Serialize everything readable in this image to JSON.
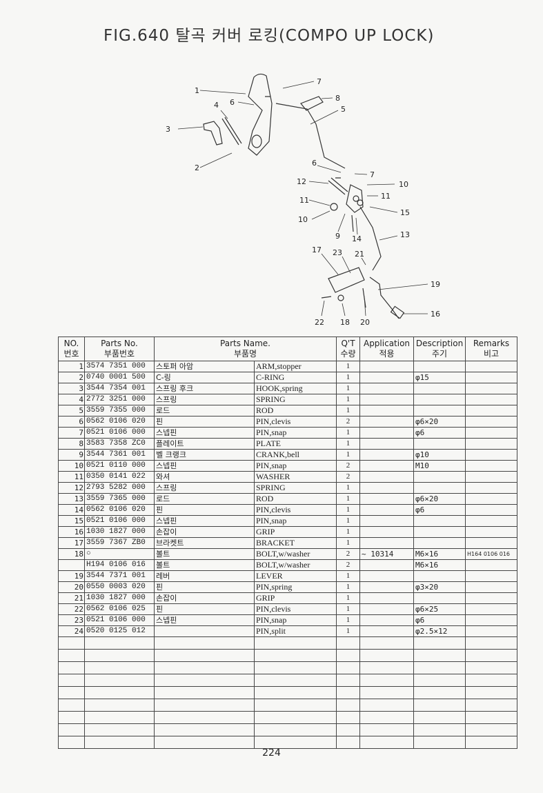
{
  "title": "FIG.640 탈곡 커버 로킹(COMPO UP LOCK)",
  "callouts": [
    "1",
    "2",
    "3",
    "4",
    "5",
    "6",
    "7",
    "8",
    "6",
    "7",
    "12",
    "10",
    "11",
    "11",
    "15",
    "10",
    "9",
    "14",
    "13",
    "17",
    "23",
    "21",
    "19",
    "16",
    "22",
    "18",
    "20"
  ],
  "headers": {
    "no_en": "NO.",
    "no_ko": "번호",
    "parts_no_en": "Parts No.",
    "parts_no_ko": "부품번호",
    "parts_name_en": "Parts Name.",
    "parts_name_ko": "부품명",
    "qty_en": "Q'T",
    "qty_ko": "수량",
    "app_en": "Application",
    "app_ko": "적용",
    "desc_en": "Description",
    "desc_ko": "주기",
    "rem_en": "Remarks",
    "rem_ko": "비고"
  },
  "rows": [
    {
      "no": "1",
      "pn": "3574 7351 000",
      "ko": "스토퍼 아암",
      "en": "ARM,stopper",
      "q": "1",
      "app": "",
      "desc": "",
      "rem": ""
    },
    {
      "no": "2",
      "pn": "0740 0001 500",
      "ko": "C-링",
      "en": "C-RING",
      "q": "1",
      "app": "",
      "desc": "φ15",
      "rem": ""
    },
    {
      "no": "3",
      "pn": "3544 7354 001",
      "ko": "스프링 후크",
      "en": "HOOK,spring",
      "q": "1",
      "app": "",
      "desc": "",
      "rem": ""
    },
    {
      "no": "4",
      "pn": "2772 3251 000",
      "ko": "스프링",
      "en": "SPRING",
      "q": "1",
      "app": "",
      "desc": "",
      "rem": ""
    },
    {
      "no": "5",
      "pn": "3559 7355 000",
      "ko": "로드",
      "en": "ROD",
      "q": "1",
      "app": "",
      "desc": "",
      "rem": ""
    },
    {
      "no": "6",
      "pn": "0562 0106 020",
      "ko": "핀",
      "en": "PIN,clevis",
      "q": "2",
      "app": "",
      "desc": "φ6×20",
      "rem": ""
    },
    {
      "no": "7",
      "pn": "0521 0106 000",
      "ko": "스넵핀",
      "en": "PIN,snap",
      "q": "1",
      "app": "",
      "desc": "φ6",
      "rem": ""
    },
    {
      "no": "8",
      "pn": "3583 7358 ZC0",
      "ko": "플레이트",
      "en": "PLATE",
      "q": "1",
      "app": "",
      "desc": "",
      "rem": ""
    },
    {
      "no": "9",
      "pn": "3544 7361 001",
      "ko": "벨 크랭크",
      "en": "CRANK,bell",
      "q": "1",
      "app": "",
      "desc": "φ10",
      "rem": ""
    },
    {
      "no": "10",
      "pn": "0521 0110 000",
      "ko": "스넵핀",
      "en": "PIN,snap",
      "q": "2",
      "app": "",
      "desc": "M10",
      "rem": ""
    },
    {
      "no": "11",
      "pn": "0350 0141 022",
      "ko": "와셔",
      "en": "WASHER",
      "q": "2",
      "app": "",
      "desc": "",
      "rem": ""
    },
    {
      "no": "12",
      "pn": "2793 5282 000",
      "ko": "스프링",
      "en": "SPRING",
      "q": "1",
      "app": "",
      "desc": "",
      "rem": ""
    },
    {
      "no": "13",
      "pn": "3559 7365 000",
      "ko": "로드",
      "en": "ROD",
      "q": "1",
      "app": "",
      "desc": "φ6×20",
      "rem": ""
    },
    {
      "no": "14",
      "pn": "0562 0106 020",
      "ko": "핀",
      "en": "PIN,clevis",
      "q": "1",
      "app": "",
      "desc": "φ6",
      "rem": ""
    },
    {
      "no": "15",
      "pn": "0521 0106 000",
      "ko": "스넵핀",
      "en": "PIN,snap",
      "q": "1",
      "app": "",
      "desc": "",
      "rem": ""
    },
    {
      "no": "16",
      "pn": "1030 1827 000",
      "ko": "손잡이",
      "en": "GRIP",
      "q": "1",
      "app": "",
      "desc": "",
      "rem": ""
    },
    {
      "no": "17",
      "pn": "3559 7367 ZB0",
      "ko": "브라켓트",
      "en": "BRACKET",
      "q": "1",
      "app": "",
      "desc": "",
      "rem": ""
    },
    {
      "no": "18",
      "pn": "○",
      "ko": "볼트",
      "en": "BOLT,w/washer",
      "q": "2",
      "app": "~ 10314",
      "desc": "M6×16",
      "rem": "H164 0106 016"
    },
    {
      "no": "",
      "pn": "H194 0106 016",
      "ko": "볼트",
      "en": "BOLT,w/washer",
      "q": "2",
      "app": "",
      "desc": "M6×16",
      "rem": ""
    },
    {
      "no": "19",
      "pn": "3544 7371 001",
      "ko": "레버",
      "en": "LEVER",
      "q": "1",
      "app": "",
      "desc": "",
      "rem": ""
    },
    {
      "no": "20",
      "pn": "0550 0003 020",
      "ko": "핀",
      "en": "PIN,spring",
      "q": "1",
      "app": "",
      "desc": "φ3×20",
      "rem": ""
    },
    {
      "no": "21",
      "pn": "1030 1827 000",
      "ko": "손잡이",
      "en": "GRIP",
      "q": "1",
      "app": "",
      "desc": "",
      "rem": ""
    },
    {
      "no": "22",
      "pn": "0562 0106 025",
      "ko": "핀",
      "en": "PIN,clevis",
      "q": "1",
      "app": "",
      "desc": "φ6×25",
      "rem": ""
    },
    {
      "no": "23",
      "pn": "0521 0106 000",
      "ko": "스넵핀",
      "en": "PIN,snap",
      "q": "1",
      "app": "",
      "desc": "φ6",
      "rem": ""
    },
    {
      "no": "24",
      "pn": "0520 0125 012",
      "ko": "",
      "en": "PIN,split",
      "q": "1",
      "app": "",
      "desc": "φ2.5×12",
      "rem": ""
    }
  ],
  "page_number": "224"
}
